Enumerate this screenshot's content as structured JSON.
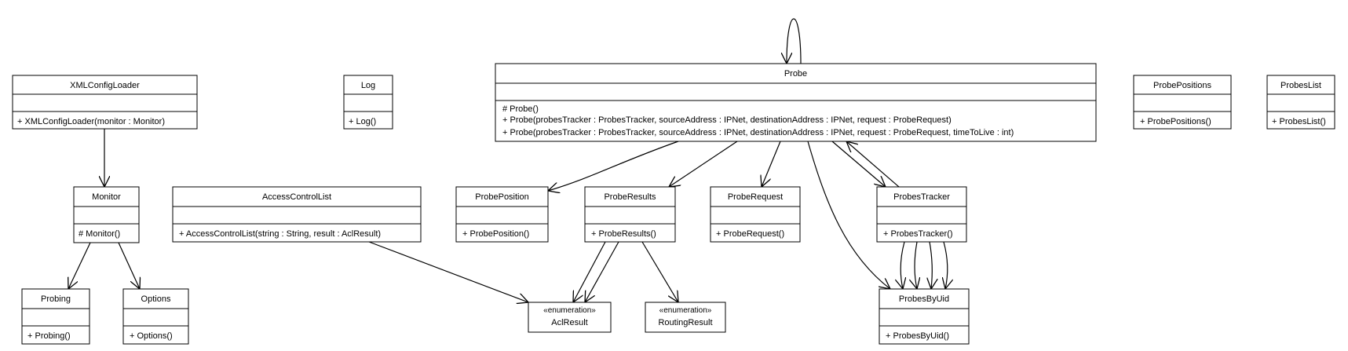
{
  "classes": {
    "xmlconfigloader": {
      "name": "XMLConfigLoader",
      "ops": [
        "+ XMLConfigLoader(monitor : Monitor)"
      ]
    },
    "log": {
      "name": "Log",
      "ops": [
        "+ Log()"
      ]
    },
    "probe": {
      "name": "Probe",
      "ops": [
        "# Probe()",
        "+ Probe(probesTracker : ProbesTracker, sourceAddress : IPNet, destinationAddress : IPNet, request : ProbeRequest)",
        "+ Probe(probesTracker : ProbesTracker, sourceAddress : IPNet, destinationAddress : IPNet, request : ProbeRequest, timeToLive : int)"
      ]
    },
    "probepositions": {
      "name": "ProbePositions",
      "ops": [
        "+ ProbePositions()"
      ]
    },
    "probeslist": {
      "name": "ProbesList",
      "ops": [
        "+ ProbesList()"
      ]
    },
    "monitor": {
      "name": "Monitor",
      "ops": [
        "# Monitor()"
      ]
    },
    "accesscontrollist": {
      "name": "AccessControlList",
      "ops": [
        "+ AccessControlList(string : String, result : AclResult)"
      ]
    },
    "probeposition": {
      "name": "ProbePosition",
      "ops": [
        "+ ProbePosition()"
      ]
    },
    "proberesults": {
      "name": "ProbeResults",
      "ops": [
        "+ ProbeResults()"
      ]
    },
    "proberequest": {
      "name": "ProbeRequest",
      "ops": [
        "+ ProbeRequest()"
      ]
    },
    "probestracker": {
      "name": "ProbesTracker",
      "ops": [
        "+ ProbesTracker()"
      ]
    },
    "probing": {
      "name": "Probing",
      "ops": [
        "+ Probing()"
      ]
    },
    "options": {
      "name": "Options",
      "ops": [
        "+ Options()"
      ]
    },
    "probesbyuid": {
      "name": "ProbesByUid",
      "ops": [
        "+ ProbesByUid()"
      ]
    }
  },
  "enums": {
    "aclresult": {
      "stereotype": "«enumeration»",
      "name": "AclResult"
    },
    "routingresult": {
      "stereotype": "«enumeration»",
      "name": "RoutingResult"
    }
  },
  "relations": [
    {
      "from": "Probe",
      "to": "Probe"
    },
    {
      "from": "XMLConfigLoader",
      "to": "Monitor"
    },
    {
      "from": "Monitor",
      "to": "Probing"
    },
    {
      "from": "Monitor",
      "to": "Options"
    },
    {
      "from": "AccessControlList",
      "to": "AclResult"
    },
    {
      "from": "Probe",
      "to": "ProbePosition"
    },
    {
      "from": "Probe",
      "to": "ProbeResults"
    },
    {
      "from": "Probe",
      "to": "ProbeRequest"
    },
    {
      "from": "Probe",
      "to": "ProbesTracker"
    },
    {
      "from": "ProbesTracker",
      "to": "Probe"
    },
    {
      "from": "Probe",
      "to": "ProbesByUid"
    },
    {
      "from": "ProbeResults",
      "to": "AclResult"
    },
    {
      "from": "ProbeResults",
      "to": "AclResult"
    },
    {
      "from": "ProbeResults",
      "to": "RoutingResult"
    },
    {
      "from": "ProbesTracker",
      "to": "ProbesByUid"
    },
    {
      "from": "ProbesTracker",
      "to": "ProbesByUid"
    },
    {
      "from": "ProbesTracker",
      "to": "ProbesByUid"
    },
    {
      "from": "ProbesTracker",
      "to": "ProbesByUid"
    }
  ]
}
